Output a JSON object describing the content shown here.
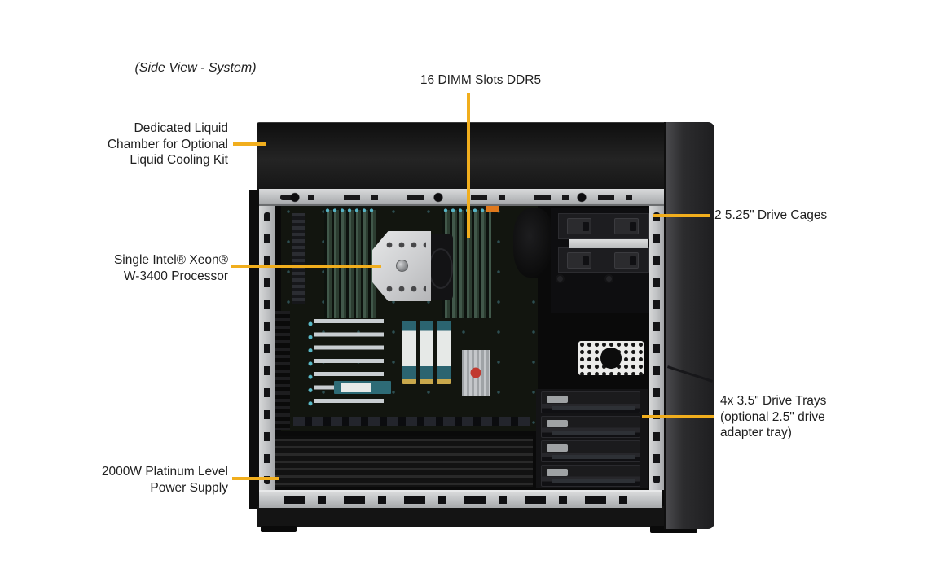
{
  "figure": {
    "title": "(Side View - System)",
    "accent_color": "#F1AE1D",
    "text_color": "#1F1F1F",
    "background_color": "#FFFFFF"
  },
  "callouts": {
    "dimm_slots": {
      "label": "16 DIMM Slots DDR5"
    },
    "liquid_chamber": {
      "lines": [
        "Dedicated Liquid",
        "Chamber for Optional",
        "Liquid Cooling Kit"
      ]
    },
    "processor": {
      "lines": [
        "Single Intel® Xeon®",
        "W-3400 Processor"
      ]
    },
    "drive_cages": {
      "label": "2 5.25\" Drive Cages"
    },
    "drive_trays": {
      "lines": [
        "4x 3.5\" Drive Trays",
        "(optional 2.5\" drive",
        "adapter tray)"
      ]
    },
    "power_supply": {
      "lines": [
        "2000W Platinum Level",
        "Power Supply"
      ]
    }
  }
}
